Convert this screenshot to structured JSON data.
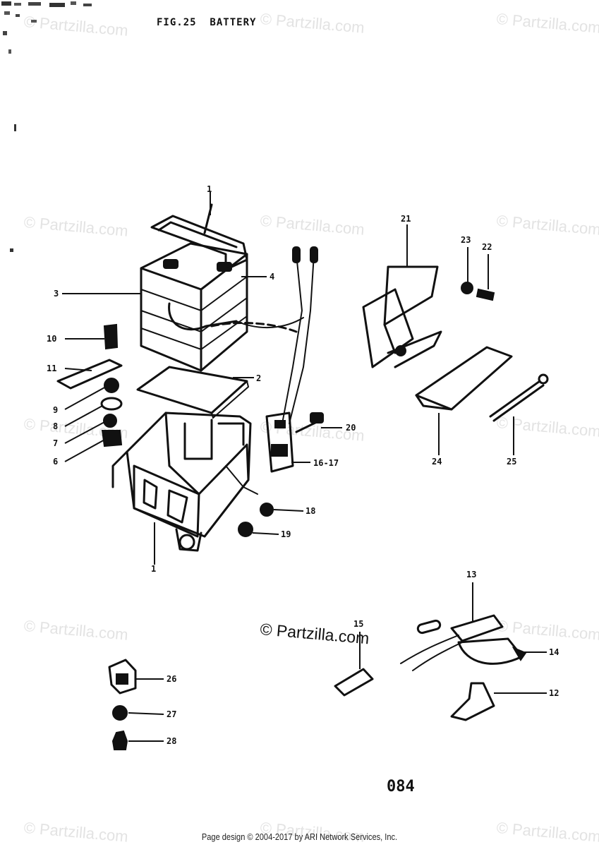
{
  "figure": {
    "title": "FIG.25  BATTERY",
    "page_number": "084"
  },
  "watermark": {
    "text": "© Partzilla.com"
  },
  "footer": {
    "text": "Page design © 2004-2017 by ARI Network Services, Inc."
  },
  "callouts": {
    "c1": "1",
    "c2": "2",
    "c3": "3",
    "c4": "4",
    "c6": "6",
    "c7": "7",
    "c8": "8",
    "c9": "9",
    "c10": "10",
    "c11": "11",
    "c12": "12",
    "c13": "13",
    "c14": "14",
    "c15": "15",
    "c16_17": "16-17",
    "c18": "18",
    "c19": "19",
    "c20": "20",
    "c21": "21",
    "c22": "22",
    "c23": "23",
    "c24": "24",
    "c25": "25",
    "c26": "26",
    "c27": "27",
    "c28": "28"
  }
}
